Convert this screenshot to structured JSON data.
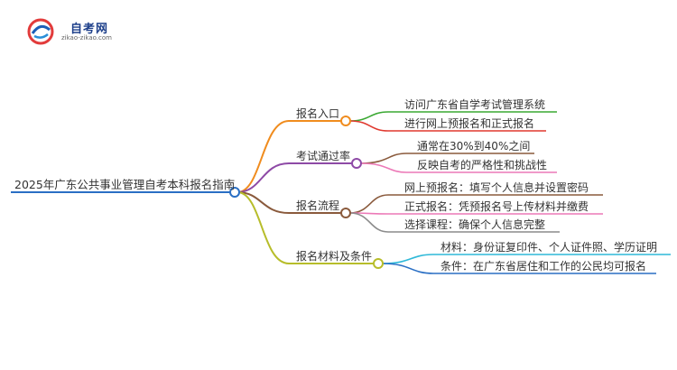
{
  "logo": {
    "title": "自考网",
    "url": "zikao-zikao.com"
  },
  "root": {
    "label": "2025年广东公共事业管理自考本科报名指南"
  },
  "branches": [
    {
      "label": "报名入口",
      "color": "#f08c1e",
      "children": [
        {
          "label": "访问广东省自学考试管理系统",
          "color": "#3aa832"
        },
        {
          "label": "进行网上预报名和正式报名",
          "color": "#e0392f"
        }
      ]
    },
    {
      "label": "考试通过率",
      "color": "#8e4aa6",
      "children": [
        {
          "label": "通常在30%到40%之间",
          "color": "#8a5a3c"
        },
        {
          "label": "反映自考的严格性和挑战性",
          "color": "#ec79b7"
        }
      ]
    },
    {
      "label": "报名流程",
      "color": "#8a5a3c",
      "children": [
        {
          "label": "网上预报名：填写个人信息并设置密码",
          "color": "#8a5a3c"
        },
        {
          "label": "正式报名：凭预报名号上传材料并缴费",
          "color": "#ec79b7"
        },
        {
          "label": "选择课程：确保个人信息完整",
          "color": "#8c8c8c"
        }
      ]
    },
    {
      "label": "报名材料及条件",
      "color": "#b7bd2a",
      "children": [
        {
          "label": "材料：身份证复印件、个人证件照、学历证明",
          "color": "#2fb9d8"
        },
        {
          "label": "条件：在广东省居住和工作的公民均可报名",
          "color": "#2a6fc4"
        }
      ]
    }
  ]
}
